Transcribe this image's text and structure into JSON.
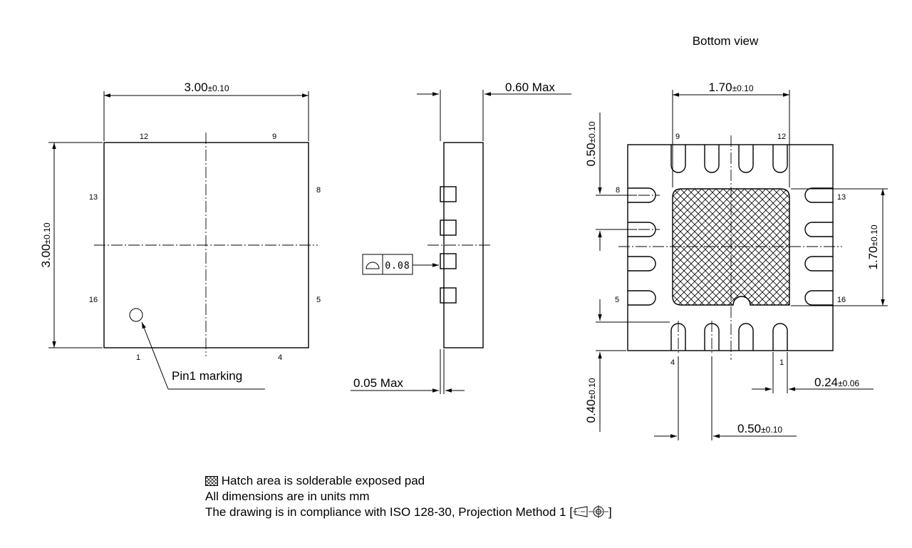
{
  "top_view": {
    "width_label": "3.00",
    "width_tol": "±0.10",
    "height_label": "3.00",
    "height_tol": "±0.10",
    "pins": {
      "top_left": "12",
      "top_right": "9",
      "right_top": "8",
      "right_bottom": "5",
      "left_top": "13",
      "left_bottom": "16",
      "bottom_left": "1",
      "bottom_right": "4"
    },
    "pin1_label": "Pin1 marking"
  },
  "side_view": {
    "height_max": "0.60 Max",
    "standoff_max": "0.05 Max",
    "coplanarity_value": "0.08"
  },
  "bottom_view": {
    "title": "Bottom view",
    "pad_width_label": "1.70",
    "pad_width_tol": "±0.10",
    "pad_height_label": "1.70",
    "pad_height_tol": "±0.10",
    "pitch_vertical_label": "0.50",
    "pitch_vertical_tol": "±0.10",
    "lead_length_label": "0.40",
    "lead_length_tol": "±0.10",
    "lead_width_label": "0.24",
    "lead_width_tol": "±0.06",
    "pitch_horizontal_label": "0.50",
    "pitch_horizontal_tol": "±0.10",
    "pins": {
      "top_left": "9",
      "top_right": "12",
      "left_top": "8",
      "left_bottom": "5",
      "right_top": "13",
      "right_bottom": "16",
      "bottom_left": "4",
      "bottom_right": "1"
    }
  },
  "notes": {
    "hatch_note": "Hatch area is solderable exposed pad",
    "units_note": "All dimensions are in units mm",
    "iso_note": "The drawing is in compliance with ISO 128-30, Projection Method 1 [",
    "iso_note_end": "]"
  },
  "icons": [
    "hatch-swatch-icon",
    "projection-method-icon",
    "flatness-symbol-icon"
  ]
}
